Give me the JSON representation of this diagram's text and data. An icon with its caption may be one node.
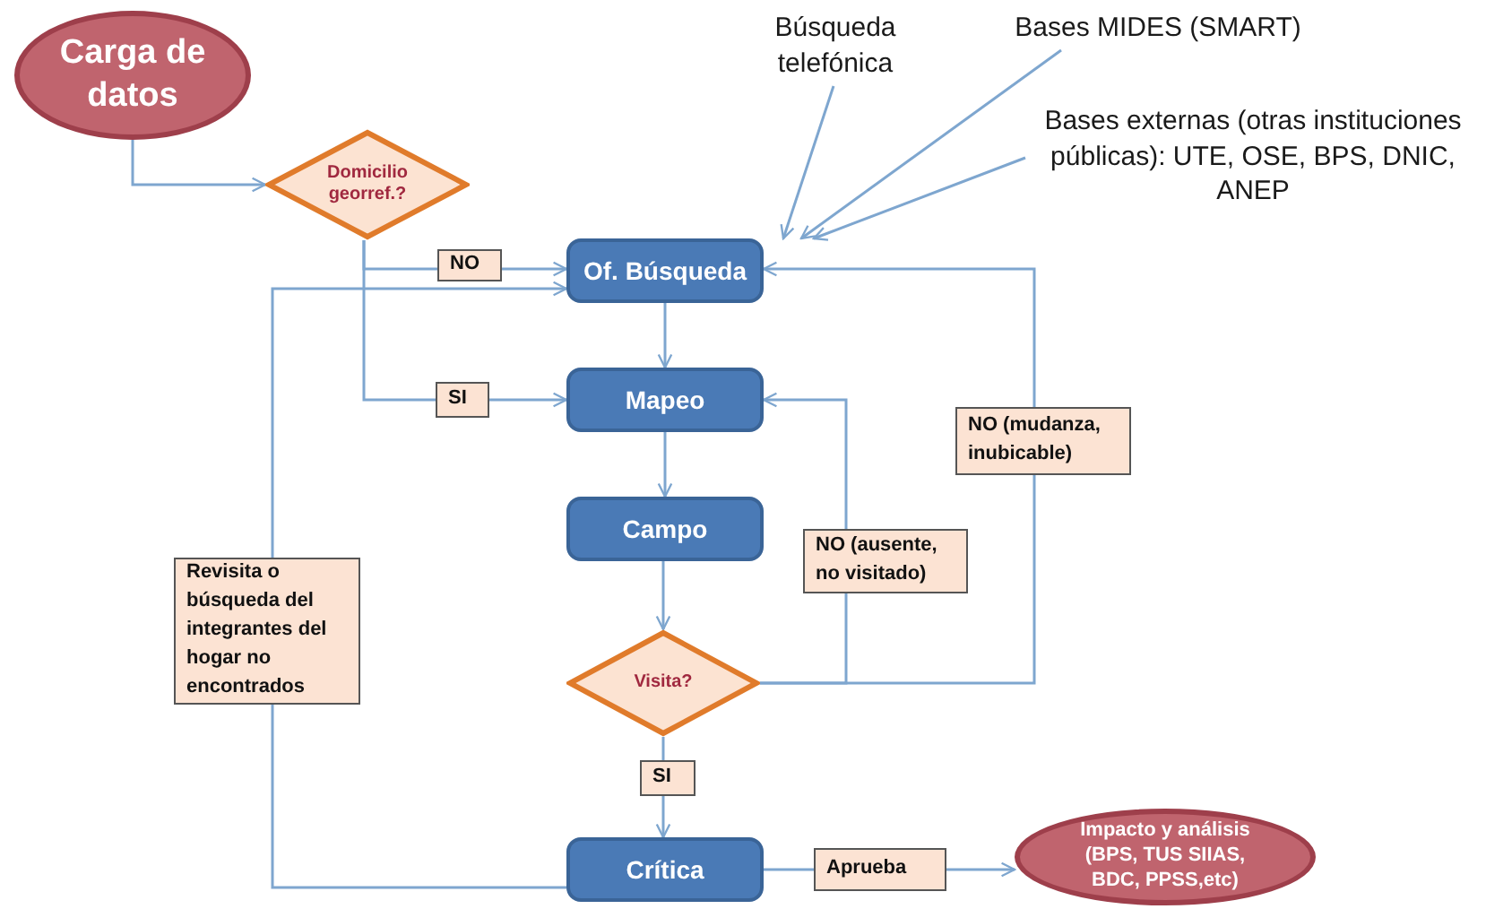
{
  "diagram": {
    "nodes": [
      {
        "text": [
          "Carga de datos"
        ]
      },
      {
        "text": [
          "Domicilio georref.?"
        ]
      },
      {
        "text": [
          "Of. Búsqueda"
        ]
      },
      {
        "text": [
          "Mapeo"
        ]
      },
      {
        "text": [
          "Campo"
        ]
      },
      {
        "text": [
          "Visita?"
        ]
      },
      {
        "text": [
          "Crítica"
        ]
      },
      {
        "text": [
          "Impacto y análisis (BPS, TUS SIIAS, BDC, PPSS,etc)"
        ]
      },
      {
        "text": [
          "Búsqueda telefónica"
        ]
      },
      {
        "text": [
          "Bases MIDES (SMART)"
        ]
      },
      {
        "text": [
          "Bases externas (otras instituciones públicas): UTE, OSE, BPS, DNIC, ANEP"
        ]
      }
    ],
    "edges": [
      {
        "from": 0,
        "to": 1,
        "arrow": "to"
      },
      {
        "from": 1,
        "to": 2,
        "arrow": "to",
        "label": "NO"
      },
      {
        "from": 1,
        "to": 3,
        "arrow": "to",
        "label": "SI"
      },
      {
        "from": 2,
        "to": 3,
        "arrow": "to"
      },
      {
        "from": 3,
        "to": 4,
        "arrow": "to"
      },
      {
        "from": 4,
        "to": 5,
        "arrow": "to"
      },
      {
        "from": 5,
        "to": 6,
        "arrow": "to",
        "label": "SI"
      },
      {
        "from": 5,
        "to": 3,
        "arrow": "to",
        "label": "NO (ausente, no visitado)"
      },
      {
        "from": 5,
        "to": 2,
        "arrow": "to",
        "label": "NO (mudanza, inubicable)"
      },
      {
        "from": 6,
        "to": 2,
        "arrow": "to",
        "label": "Revisita o búsqueda del integrantes del hogar no encontrados"
      },
      {
        "from": 6,
        "to": 7,
        "arrow": "to",
        "label": "Aprueba"
      },
      {
        "from": 8,
        "to": 2,
        "arrow": "to"
      },
      {
        "from": 9,
        "to": 2,
        "arrow": "to"
      },
      {
        "from": 10,
        "to": 2,
        "arrow": "to"
      }
    ]
  }
}
